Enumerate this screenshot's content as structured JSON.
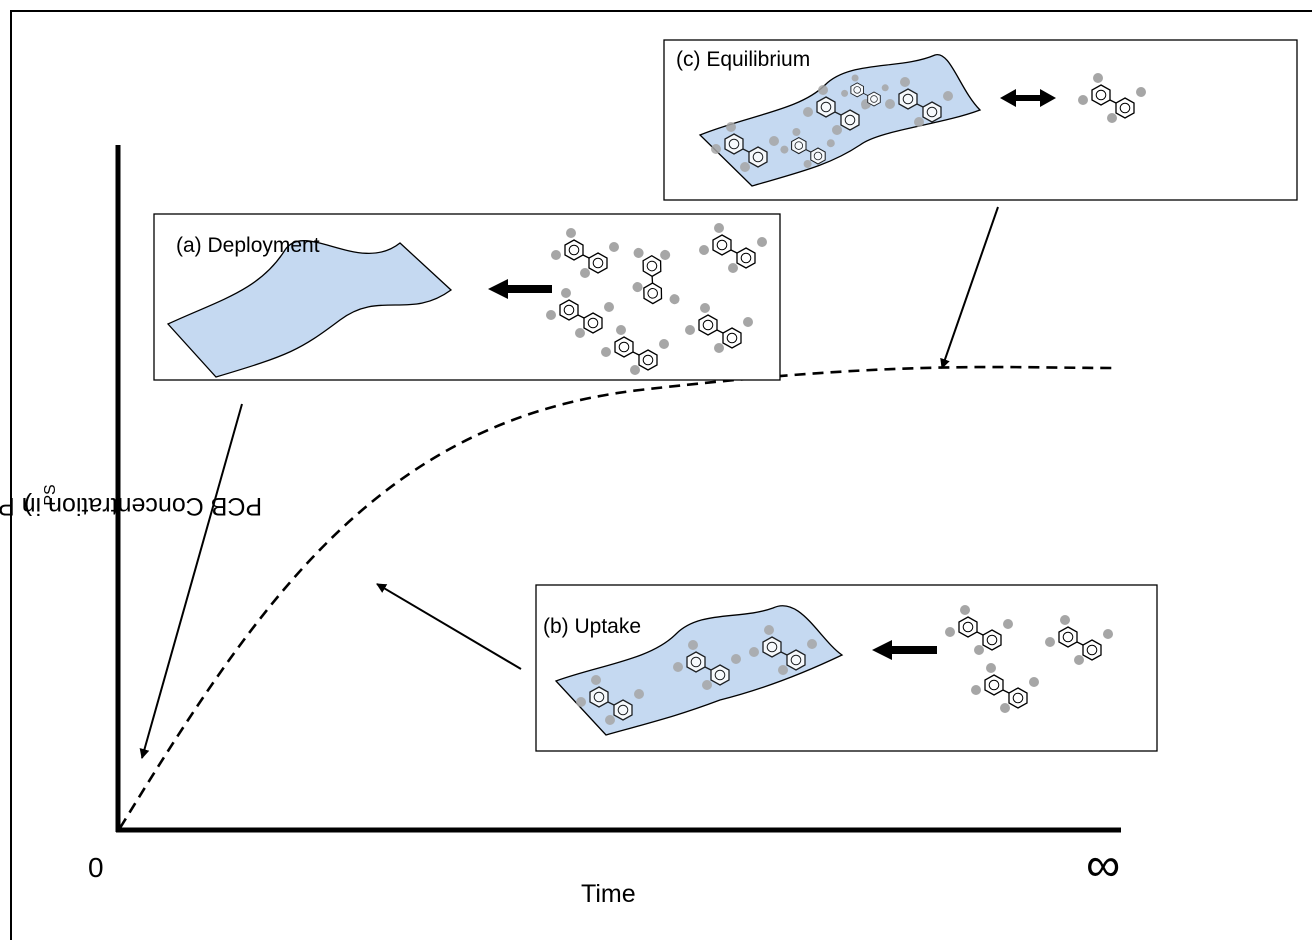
{
  "axes": {
    "y_label": "PCB Concentration in Passive Sampler (C",
    "y_label_sub": "PS",
    "y_label_close": ")",
    "x_label": "Time",
    "x_origin_tick": "0",
    "x_end_tick": "∞"
  },
  "panels": {
    "deployment": {
      "label": "(a) Deployment"
    },
    "uptake": {
      "label": "(b) Uptake"
    },
    "equilibrium": {
      "label": "(c) Equilibrium"
    }
  },
  "colors": {
    "sampler_fill": "#c5d9f1",
    "molecule_dot": "#a6a6a6",
    "ink": "#000000"
  }
}
